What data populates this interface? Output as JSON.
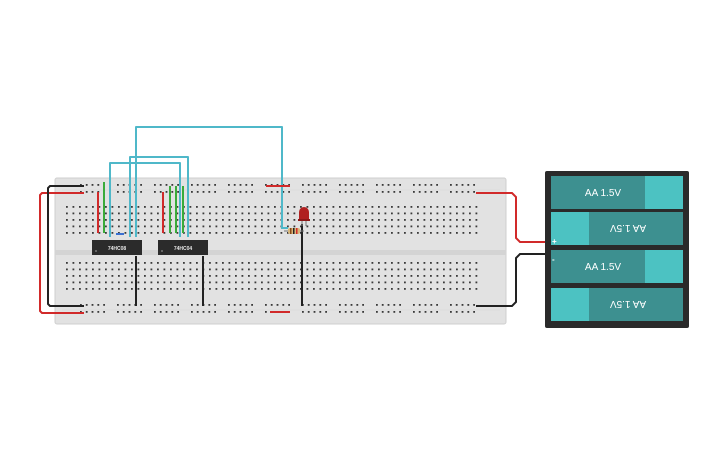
{
  "chips": [
    {
      "label": "74HC08"
    },
    {
      "label": "74HC04"
    }
  ],
  "battery": {
    "cells": [
      {
        "label": "AA 1.5V",
        "flipped": false
      },
      {
        "label": "AA 1.5V",
        "flipped": true
      },
      {
        "label": "AA 1.5V",
        "flipped": false
      },
      {
        "label": "AA 1.5V",
        "flipped": true
      }
    ],
    "plus_label": "+",
    "minus_label": "-"
  },
  "colors": {
    "board": "#e2e2e2",
    "hole": "#3a3a3a",
    "wire_red": "#d12a2a",
    "wire_black": "#222222",
    "wire_green": "#3aab3a",
    "wire_cyan": "#4fb8c9",
    "chip": "#2b2b2b",
    "battery_body": "#2a2a2a",
    "cell_body": "#3d9090",
    "cell_cap": "#4cc2c2",
    "led": "#b02020"
  }
}
